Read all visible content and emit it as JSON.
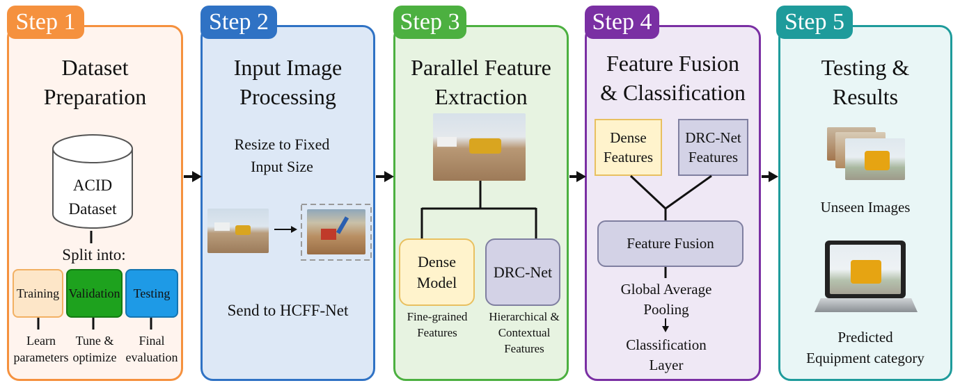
{
  "colors": {
    "step1": "#f5913e",
    "step2": "#2f72c4",
    "step3": "#4cb040",
    "step4": "#7a2fa3",
    "step5": "#1e9b9b",
    "step1_bg": "#fff4ee",
    "step2_bg": "#dde8f6",
    "step3_bg": "#e7f3e1",
    "step4_bg": "#efe8f5",
    "step5_bg": "#e9f6f6"
  },
  "steps": [
    {
      "tab": "Step 1",
      "title_line1": "Dataset",
      "title_line2": "Preparation"
    },
    {
      "tab": "Step 2",
      "title_line1": "Input Image",
      "title_line2": "Processing"
    },
    {
      "tab": "Step 3",
      "title_line1": "Parallel Feature",
      "title_line2": "Extraction"
    },
    {
      "tab": "Step 4",
      "title_line1": "Feature Fusion",
      "title_line2": "& Classification"
    },
    {
      "tab": "Step 5",
      "title_line1": "Testing &",
      "title_line2": "Results"
    }
  ],
  "step1": {
    "db_line1": "ACID",
    "db_line2": "Dataset",
    "split_label": "Split into:",
    "splits": [
      {
        "label": "Training",
        "note_line1": "Learn",
        "note_line2": "parameters"
      },
      {
        "label": "Validation",
        "note_line1": "Tune &",
        "note_line2": "optimize"
      },
      {
        "label": "Testing",
        "note_line1": "Final",
        "note_line2": "evaluation"
      }
    ]
  },
  "step2": {
    "resize_line1": "Resize to Fixed",
    "resize_line2": "Input Size",
    "send": "Send to HCFF-Net"
  },
  "step3": {
    "dense_line1": "Dense",
    "dense_line2": "Model",
    "drc": "DRC-Net",
    "fine_line1": "Fine-grained",
    "fine_line2": "Features",
    "hier_line1": "Hierarchical &",
    "hier_line2": "Contextual",
    "hier_line3": "Features"
  },
  "step4": {
    "dense_line1": "Dense",
    "dense_line2": "Features",
    "drc_line1": "DRC-Net",
    "drc_line2": "Features",
    "fusion": "Feature Fusion",
    "gap_line1": "Global Average",
    "gap_line2": "Pooling",
    "cls_line1": "Classification",
    "cls_line2": "Layer"
  },
  "step5": {
    "unseen": "Unseen Images",
    "pred_line1": "Predicted",
    "pred_line2": "Equipment category"
  }
}
